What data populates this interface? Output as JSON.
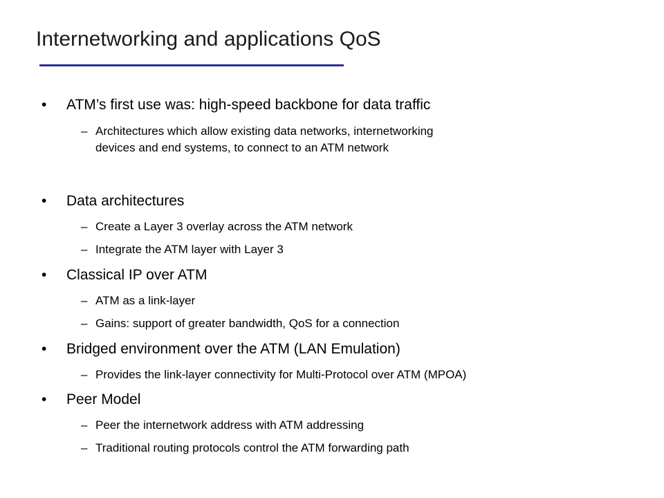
{
  "slide": {
    "title": "Internetworking and applications QoS",
    "bullet_marker": "•",
    "sub_marker": "–",
    "items": [
      {
        "text": "ATM’s first use was: high-speed backbone for data traffic",
        "subs": [
          {
            "lines": [
              "Architectures which allow existing data networks, internetworking",
              "devices and end systems, to connect to an ATM network"
            ]
          }
        ]
      },
      {
        "text": "Data architectures",
        "subs": [
          {
            "lines": [
              "Create a Layer 3 overlay across the ATM network"
            ]
          },
          {
            "lines": [
              "Integrate the ATM layer with Layer 3"
            ]
          }
        ]
      },
      {
        "text": "Classical IP over ATM",
        "subs": [
          {
            "lines": [
              "ATM as a link-layer"
            ]
          },
          {
            "lines": [
              "Gains: support of greater bandwidth, QoS for a connection"
            ]
          }
        ]
      },
      {
        "text": "Bridged environment over the ATM (LAN Emulation)",
        "subs": [
          {
            "lines": [
              "Provides the link-layer connectivity for Multi-Protocol over ATM (MPOA)"
            ]
          }
        ]
      },
      {
        "text": "Peer Model",
        "subs": [
          {
            "lines": [
              "Peer the internetwork address with ATM addressing"
            ]
          },
          {
            "lines": [
              "Traditional routing protocols control the ATM forwarding path"
            ]
          }
        ]
      }
    ]
  },
  "colors": {
    "title_rule": "#2b2f8f",
    "text": "#000000",
    "background": "#ffffff"
  }
}
